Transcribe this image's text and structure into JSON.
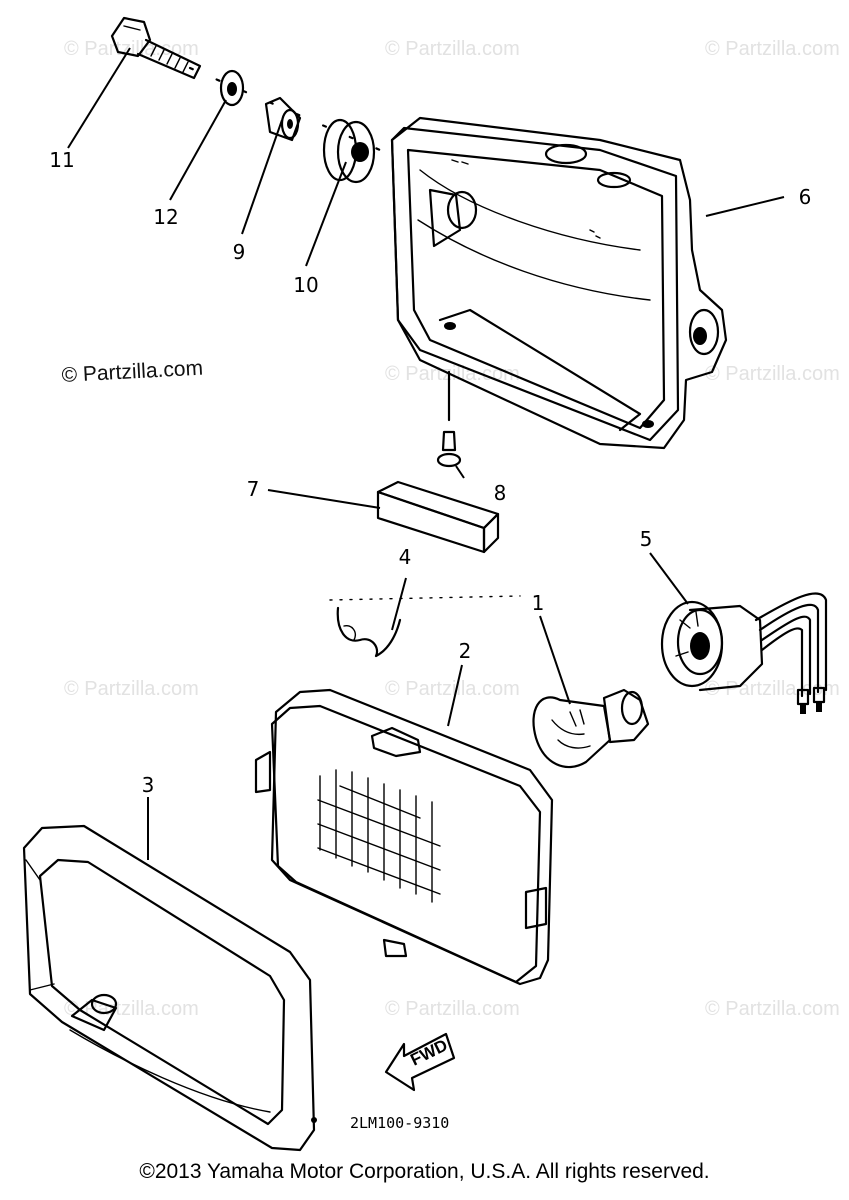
{
  "watermarks": {
    "text": "© Partzilla.com",
    "dark_text": "© Partzilla.com"
  },
  "callouts": {
    "p1": "1",
    "p2": "2",
    "p3": "3",
    "p4": "4",
    "p5": "5",
    "p6": "6",
    "p7": "7",
    "p8": "8",
    "p9": "9",
    "p10": "10",
    "p11": "11",
    "p12": "12"
  },
  "fwd_label": "FWD",
  "diagram_code": "2LM100-9310",
  "copyright": "©2013 Yamaha Motor Corporation, U.S.A. All rights reserved."
}
